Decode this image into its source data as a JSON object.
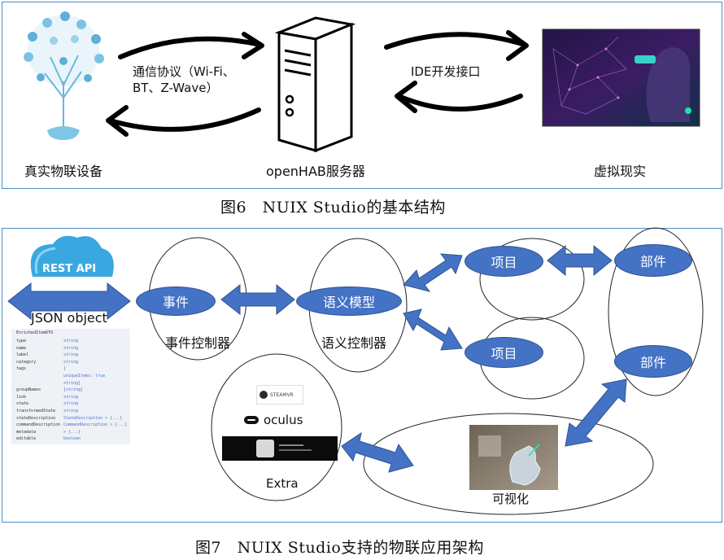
{
  "fig6": {
    "iot_label": "真实物联设备",
    "protocol_line1": "通信协议（Wi-Fi、",
    "protocol_line2": "BT、Z-Wave）",
    "server_label": "openHAB服务器",
    "ide_label": "IDE开发接口",
    "vr_label": "虚拟现实",
    "caption": "图6　NUIX Studio的基本结构"
  },
  "fig7": {
    "rest_api": "REST API",
    "json_object": "JSON object",
    "event_pill": "事件",
    "event_controller": "事件控制器",
    "semantic_pill": "语义模型",
    "semantic_controller": "语义控制器",
    "item_top": "项目",
    "item_bottom": "项目",
    "part_top": "部件",
    "part_bottom": "部件",
    "steamvr": "STEAMVR",
    "oculus": "oculus",
    "extra": "Extra",
    "visualize": "可视化",
    "caption": "图7　NUIX Studio支持的物联应用架构",
    "dto": {
      "title": "EnrichedItemDTO",
      "rows": [
        {
          "k": "type",
          "v": "string"
        },
        {
          "k": "name",
          "v": "string"
        },
        {
          "k": "label",
          "v": "string"
        },
        {
          "k": "category",
          "v": "string"
        },
        {
          "k": "tags",
          "v": "["
        },
        {
          "k": "",
          "v": "uniqueItems: true"
        },
        {
          "k": "",
          "v": "string]"
        },
        {
          "k": "groupNames",
          "v": "[string]"
        },
        {
          "k": "link",
          "v": "string"
        },
        {
          "k": "state",
          "v": "string"
        },
        {
          "k": "transformedState",
          "v": "string"
        },
        {
          "k": "stateDescription",
          "v": "StateDescription > {...}"
        },
        {
          "k": "commandDescription",
          "v": "CommandDescription > {...}"
        },
        {
          "k": "metadata",
          "v": "> {...}"
        },
        {
          "k": "editable",
          "v": "boolean"
        }
      ]
    }
  },
  "colors": {
    "panel_border": "#4a90c8",
    "pill_blue": "#4472c4",
    "arrow_blue": "#4472c4"
  }
}
